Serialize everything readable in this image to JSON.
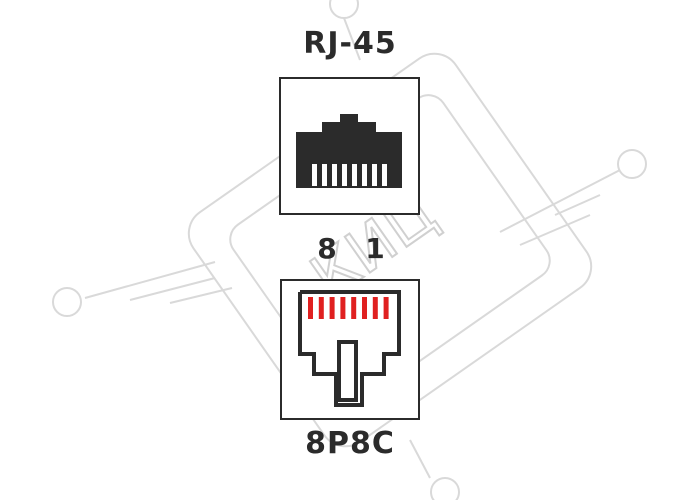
{
  "top_label": "RJ-45",
  "bottom_label": "8P8C",
  "pin_labels": {
    "left": "8",
    "right": "1"
  },
  "watermark": {
    "text": "КИЦ",
    "color": "#d6d6d6"
  },
  "colors": {
    "ink": "#2b2b2b",
    "contacts": "#e02020",
    "frame": "#2b2b2b"
  },
  "contact_count": 8,
  "jack_pin_count": 8
}
